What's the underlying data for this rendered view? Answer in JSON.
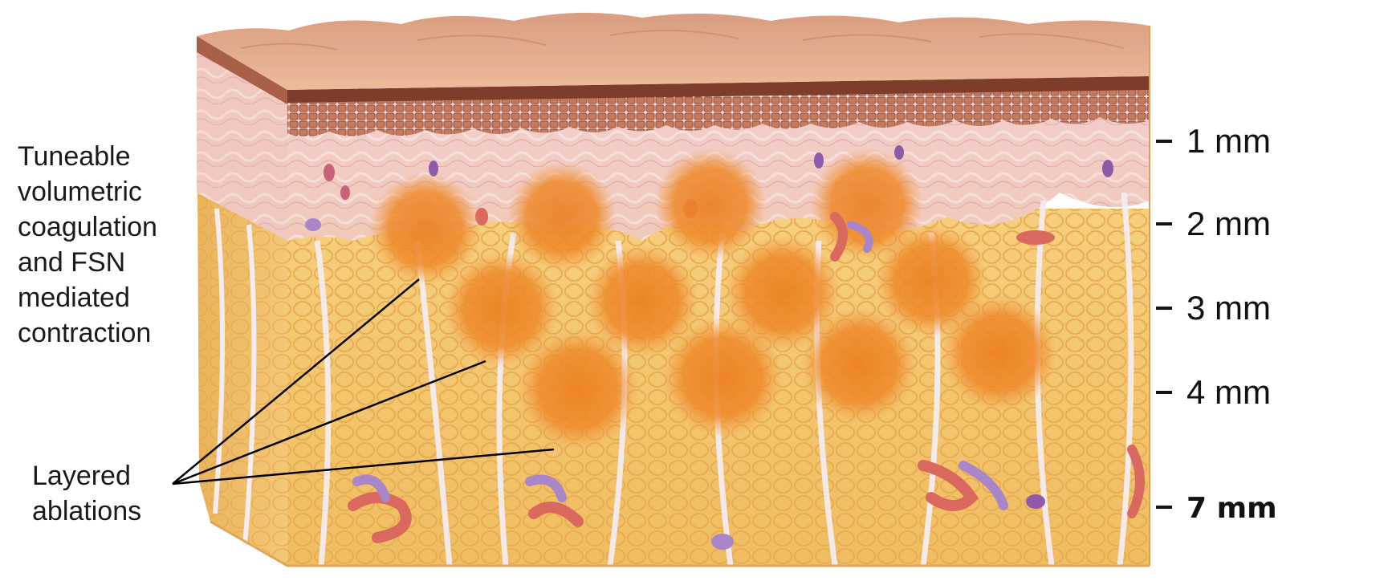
{
  "main_label": {
    "lines": [
      "Tuneable",
      "volumetric",
      "coagulation",
      "and FSN",
      "mediated",
      "contraction"
    ]
  },
  "pointer_label": {
    "lines": [
      "Layered",
      "ablations"
    ]
  },
  "depth_scale": {
    "ticks": [
      {
        "label": "1 mm",
        "bold": false
      },
      {
        "label": "2 mm",
        "bold": false
      },
      {
        "label": "3 mm",
        "bold": false
      },
      {
        "label": "4 mm",
        "bold": false
      },
      {
        "label": "7 mm",
        "bold": true
      }
    ]
  },
  "colors": {
    "surface": "#e8ad8c",
    "epidermis": "#a86048",
    "dermis": "#f0c8c0",
    "fat": "#f3c66a",
    "ablation": "#ef8a2c",
    "septa": "#f4ecf0",
    "vessel_red": "#d9685f",
    "vessel_purple": "#a886c9"
  }
}
